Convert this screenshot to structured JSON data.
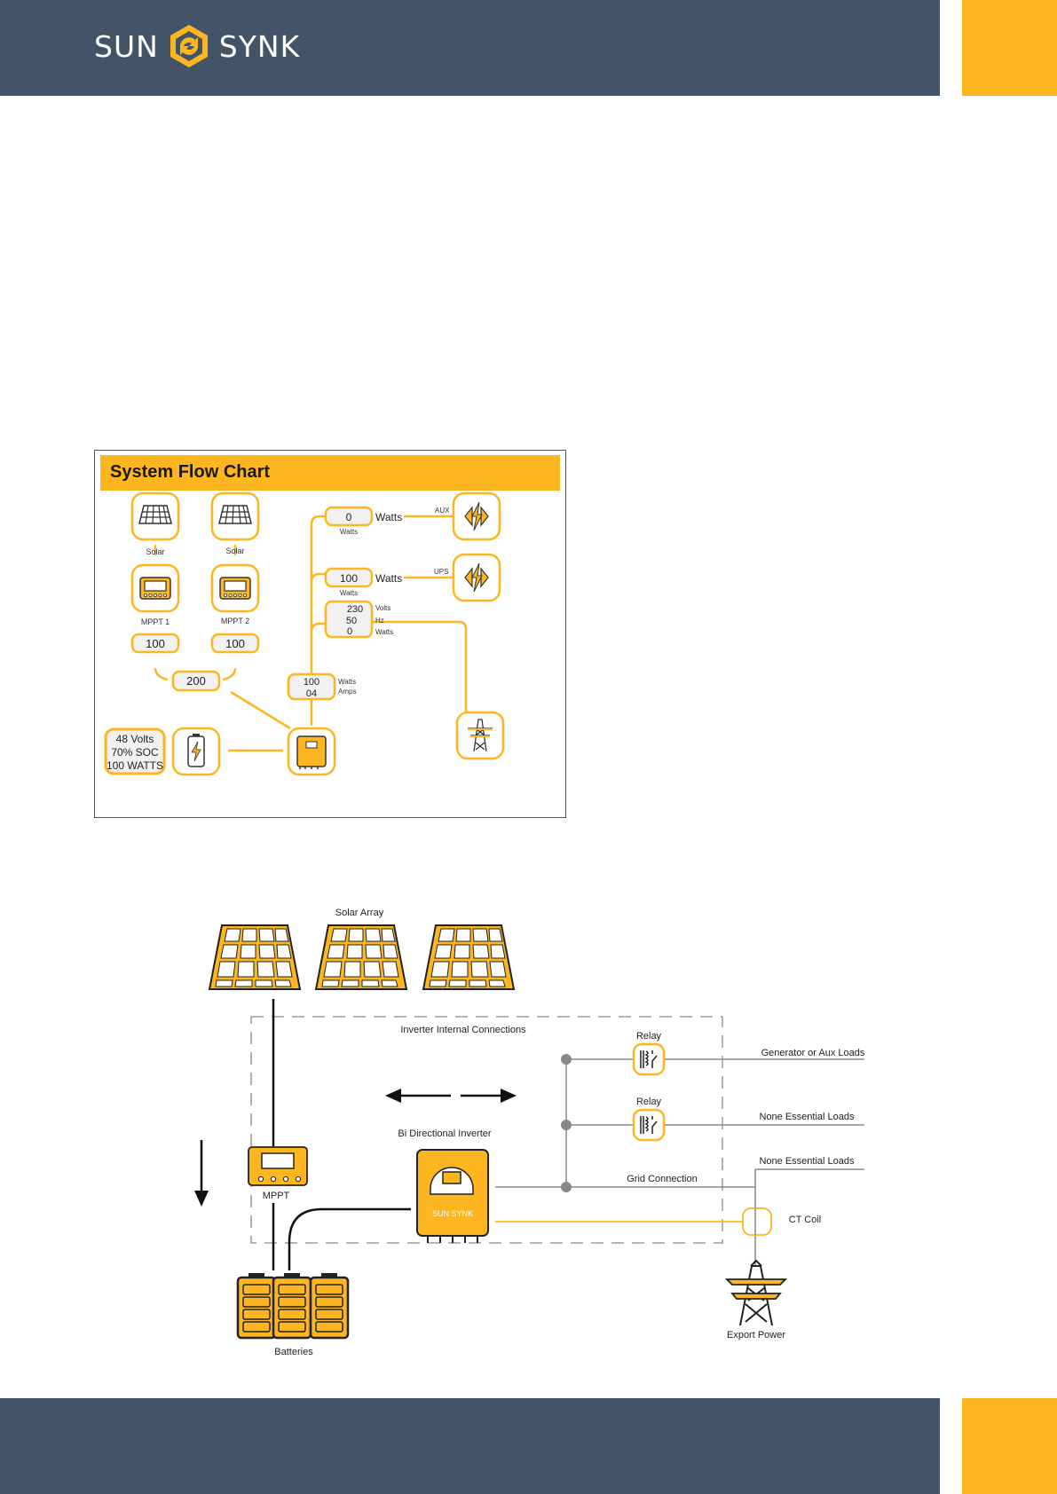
{
  "header": {
    "brand_left": "SUN",
    "brand_right": "SYNK",
    "bar_color": "#435469",
    "accent_color": "#fdb61f"
  },
  "flow_chart": {
    "title": "System Flow Chart",
    "solar_1_label": "Solar",
    "solar_2_label": "Solar",
    "mppt_1_label": "MPPT 1",
    "mppt_2_label": "MPPT 2",
    "mppt_1_value": "100",
    "mppt_2_value": "100",
    "pv_total_value": "200",
    "battery_volts": "48 Volts",
    "battery_soc": "70% SOC",
    "battery_watts": "100 WATTS",
    "aux_value": "0",
    "aux_unit": "Watts",
    "aux_unit_small": "Watts",
    "aux_tag": "AUX",
    "ups_value": "100",
    "ups_unit": "Watts",
    "ups_unit_small": "Watts",
    "ups_tag": "UPS",
    "grid_volts_value": "230",
    "grid_hz_value": "50",
    "grid_watts_value": "0",
    "grid_volts_unit": "Volts",
    "grid_hz_unit": "Hz",
    "grid_watts_unit": "Watts",
    "inverter_watts_value": "100",
    "inverter_amps_value": "04",
    "inverter_watts_unit": "Watts",
    "inverter_amps_unit": "Amps"
  },
  "diagram": {
    "solar_array_label": "Solar Array",
    "internal_label": "Inverter Internal Connections",
    "relay_1_label": "Relay",
    "relay_2_label": "Relay",
    "generator_label": "Generator or Aux Loads",
    "non_essential_1_label": "None Essential Loads",
    "non_essential_2_label": "None Essential Loads",
    "bi_inverter_label": "Bi Directional Inverter",
    "inverter_brand": "SUN SYNK",
    "mppt_label": "MPPT",
    "grid_connection_label": "Grid Connection",
    "ct_coil_label": "CT Coil",
    "batteries_label": "Batteries",
    "export_label": "Export Power"
  }
}
